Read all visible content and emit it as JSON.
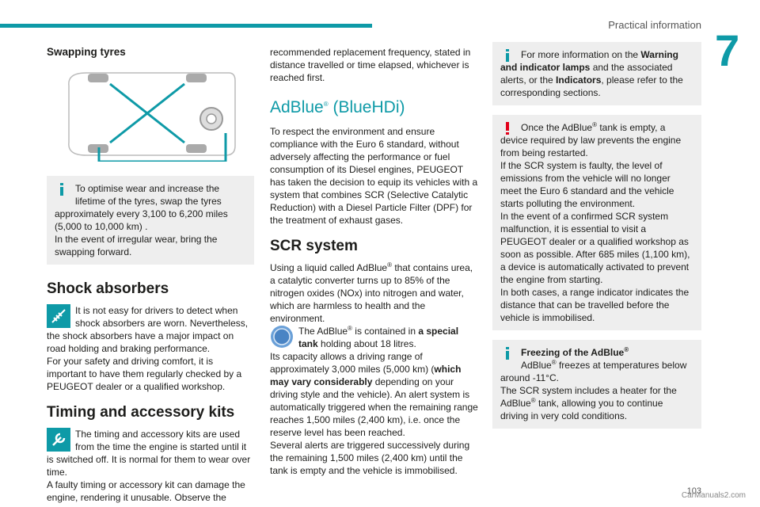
{
  "header": {
    "title": "Practical information",
    "chapter": "7"
  },
  "col1": {
    "tyres_heading": "Swapping tyres",
    "tyres_info_1": "To optimise wear and increase the",
    "tyres_info_2": "lifetime of the tyres, swap the tyres approximately every 3,100 to 6,200 miles (5,000 to 10,000 km) .",
    "tyres_info_3": "In the event of irregular wear, bring the swapping forward.",
    "shock_heading": "Shock absorbers",
    "shock_1": "It is not easy for drivers to detect when shock absorbers are worn. Nevertheless, the shock absorbers have a major impact on road holding and braking performance.",
    "shock_2": "For your safety and driving comfort, it is important to have them regularly checked by a PEUGEOT dealer or a qualified workshop.",
    "timing_heading": "Timing and accessory kits",
    "timing_1": "The timing and accessory kits are used from the time the engine is started until it is switched off. It is normal for them to wear over time.",
    "timing_2": "A faulty timing or accessory kit can damage the engine, rendering it unusable. Observe the"
  },
  "col2": {
    "cont": "recommended replacement frequency, stated in distance travelled or time elapsed, whichever is reached first.",
    "adblue_heading_a": "AdBlue",
    "adblue_heading_sup": "®",
    "adblue_heading_b": " (BlueHDi)",
    "adblue_intro": "To respect the environment and ensure compliance with the Euro 6 standard, without adversely affecting the performance or fuel consumption of its Diesel engines, PEUGEOT has taken the decision to equip its vehicles with a system that combines SCR (Selective Catalytic Reduction) with a Diesel Particle Filter (DPF) for the treatment of exhaust gases.",
    "scr_heading": "SCR system",
    "scr_1a": "Using a liquid called AdBlue",
    "scr_1b": " that contains urea, a catalytic converter turns up to 85% of the nitrogen oxides (NOx) into nitrogen and water, which are harmless to health and the environment.",
    "tank_1": "The AdBlue",
    "tank_2": " is contained in ",
    "tank_bold": "a special tank",
    "tank_3": " holding about 18 litres.",
    "range_1": "Its capacity allows a driving range of approximately 3,000 miles (5,000 km) (",
    "range_bold": "which may vary considerably",
    "range_2": " depending on your driving style and the vehicle). An alert system is automatically triggered when the remaining range reaches 1,500 miles (2,400 km), i.e. once the reserve level has been reached.",
    "range_3": "Several alerts are triggered successively during the remaining 1,500 miles (2,400 km) until the tank is empty and the vehicle is immobilised."
  },
  "col3": {
    "info_1": "For more information on the ",
    "info_b1": "Warning and indicator lamps",
    "info_2": " and the associated alerts, or the ",
    "info_b2": "Indicators",
    "info_3": ", please refer to the corresponding sections.",
    "warn_1a": "Once the AdBlue",
    "warn_1b": " tank is empty, a device required by law prevents the engine from being restarted.",
    "warn_2": "If the SCR system is faulty, the level of emissions from the vehicle will no longer meet the Euro 6 standard and the vehicle starts polluting the environment.",
    "warn_3": "In the event of a confirmed SCR system malfunction, it is essential to visit a PEUGEOT dealer or a qualified workshop as soon as possible. After 685 miles (1,100 km), a device is automatically activated to prevent the engine from starting.",
    "warn_4": "In both cases, a range indicator indicates the distance that can be travelled before the vehicle is immobilised.",
    "freeze_heading": "Freezing of the AdBlue",
    "freeze_1a": "AdBlue",
    "freeze_1b": " freezes at temperatures below around -11°C.",
    "freeze_2a": "The SCR system includes a heater for the AdBlue",
    "freeze_2b": " tank, allowing you to continue driving in very cold conditions."
  },
  "reg": "®",
  "page_number": "103",
  "watermark": "CarManuals2.com",
  "colors": {
    "accent": "#0e9aa7",
    "warning": "#e2001a",
    "box_bg": "#eeeeee"
  }
}
